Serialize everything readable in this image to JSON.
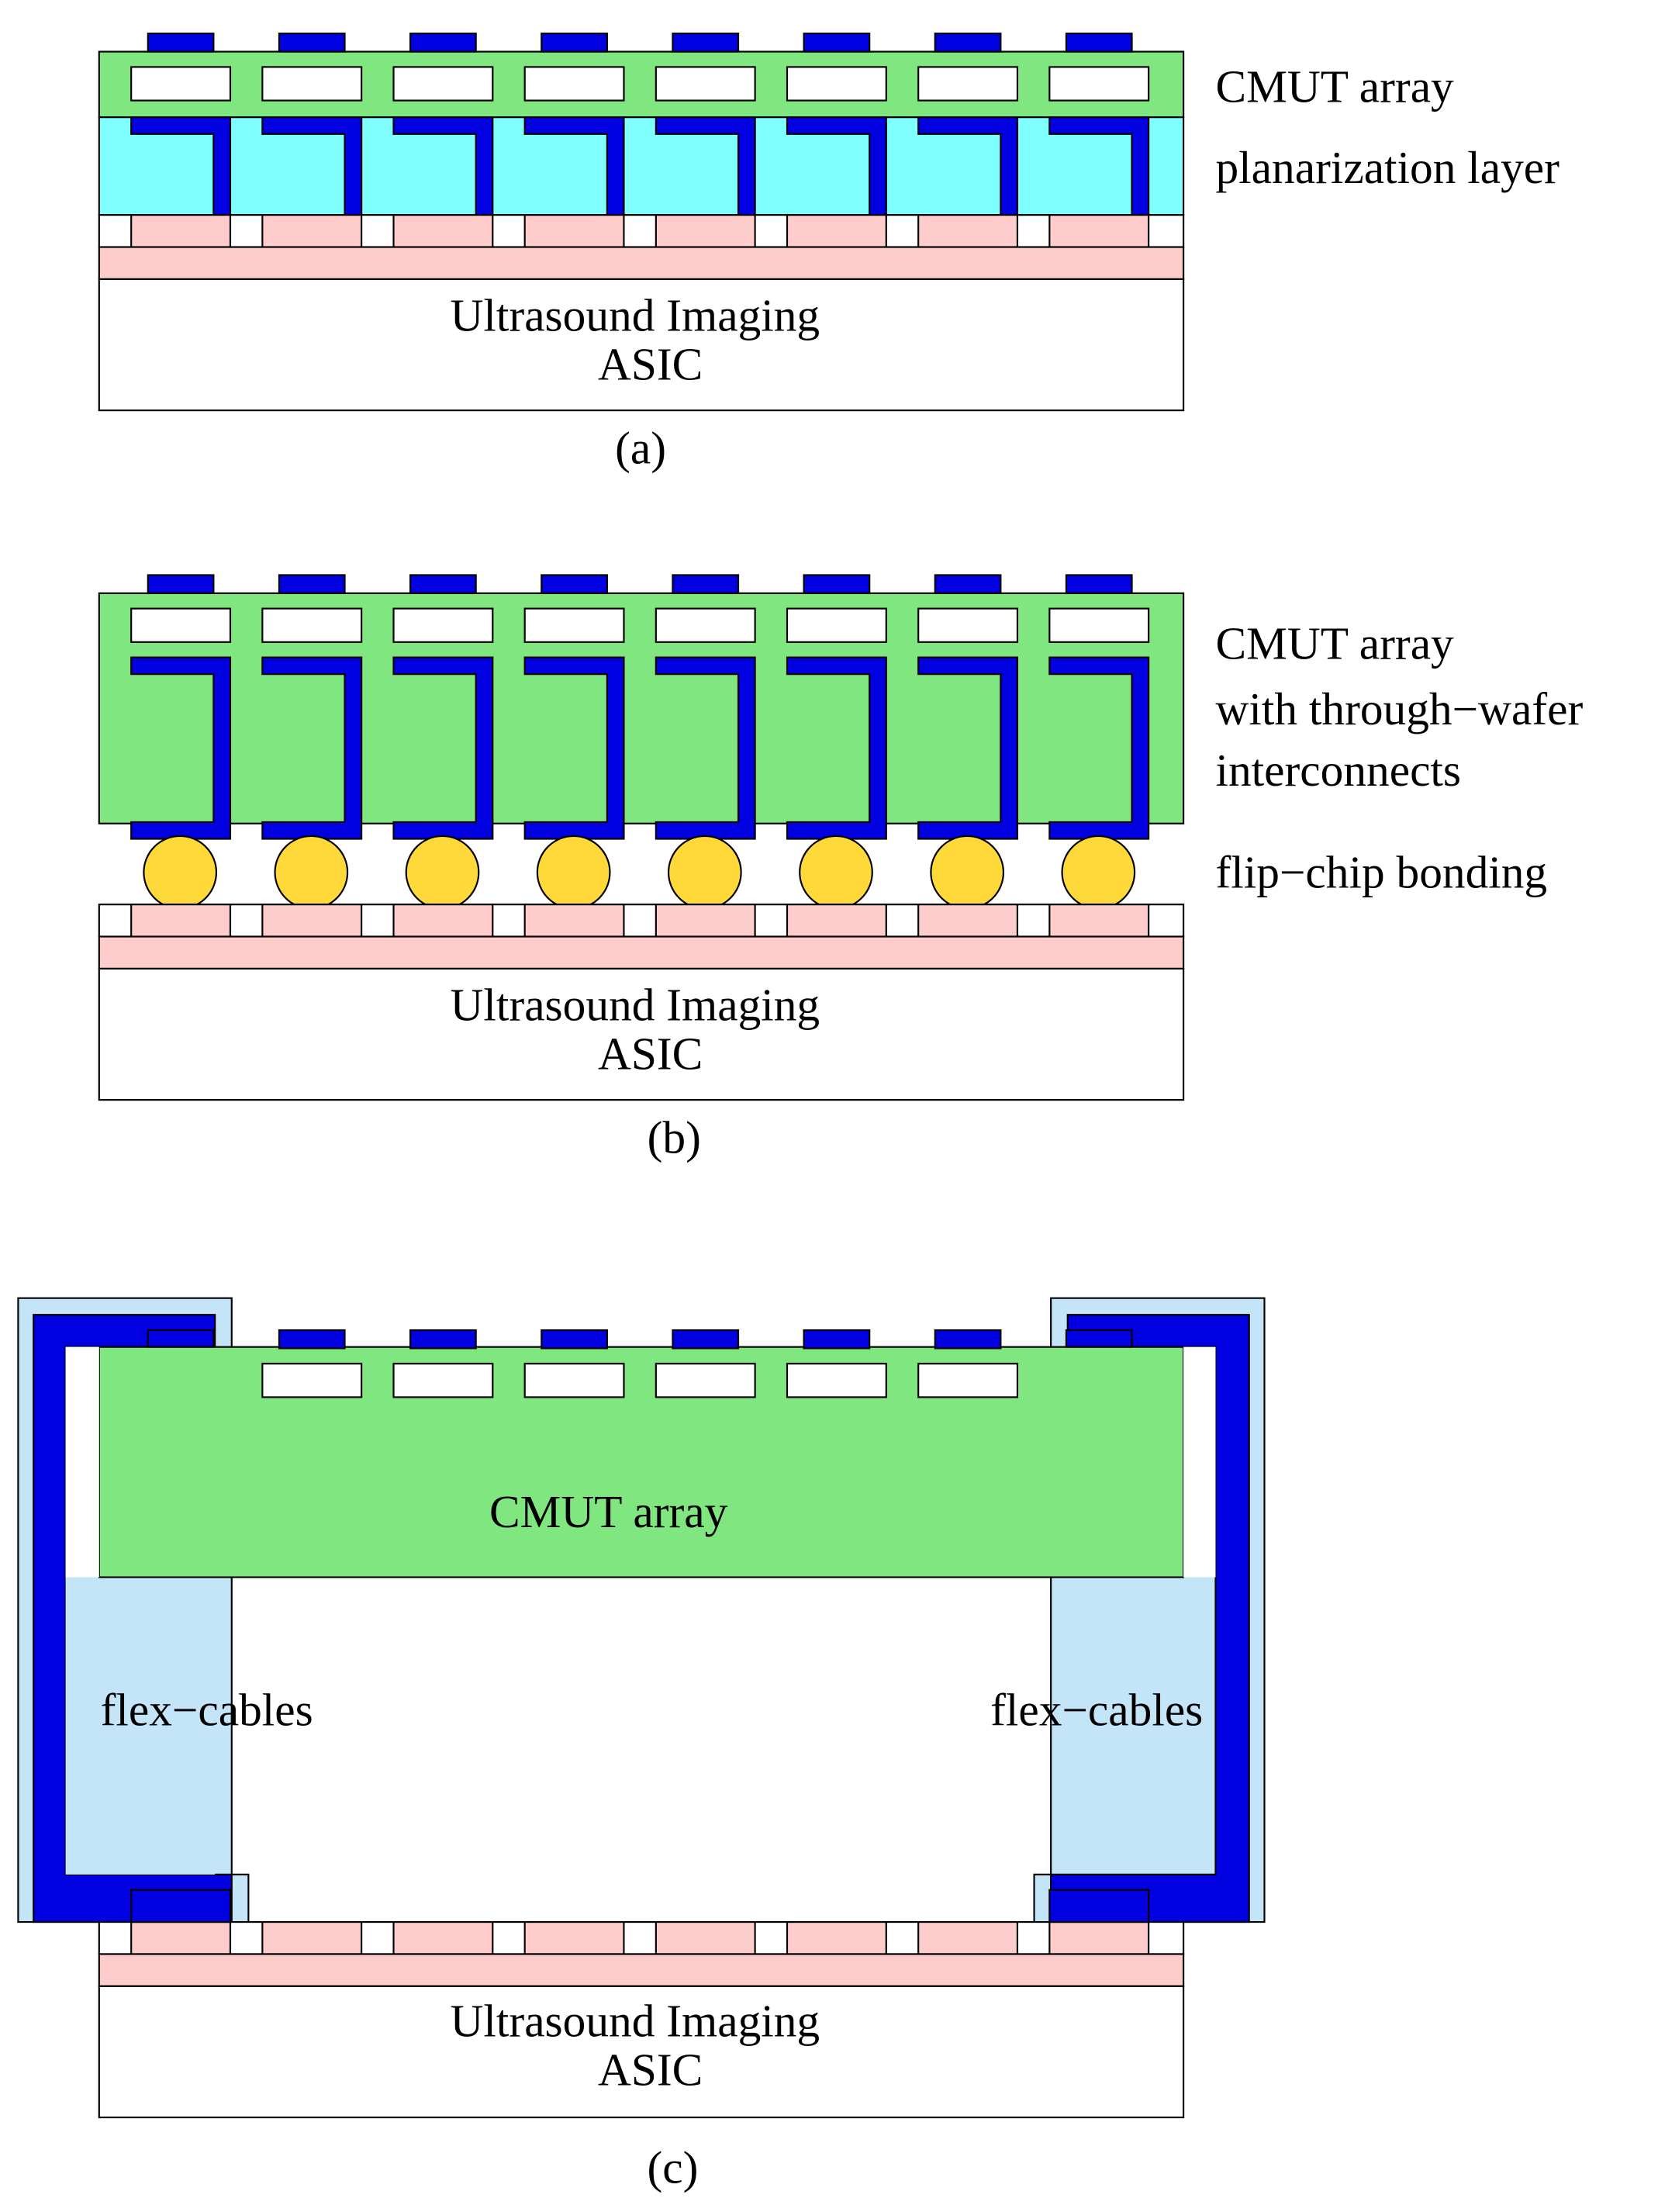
{
  "colors": {
    "cmut_green": "#80e680",
    "planarization_cyan": "#80ffff",
    "metal_blue": "#0000e0",
    "pad_pink": "#ffcccc",
    "solder_yellow": "#ffd93a",
    "flex_light_blue": "#c4e4f8",
    "outline": "#000000",
    "background": "#ffffff"
  },
  "panel_a": {
    "caption": "(a)",
    "label_cmut": "CMUT array",
    "label_planarization": "planarization layer",
    "asic_line1": "Ultrasound Imaging",
    "asic_line2": "ASIC"
  },
  "panel_b": {
    "caption": "(b)",
    "label_cmut_line1": "CMUT array",
    "label_cmut_line2": "with through−wafer",
    "label_cmut_line3": "interconnects",
    "label_bonding": "flip−chip bonding",
    "asic_line1": "Ultrasound Imaging",
    "asic_line2": "ASIC"
  },
  "panel_c": {
    "caption": "(c)",
    "label_cmut": "CMUT array",
    "label_flex_left": "flex−cables",
    "label_flex_right": "flex−cables",
    "asic_line1": "Ultrasound Imaging",
    "asic_line2": "ASIC"
  }
}
